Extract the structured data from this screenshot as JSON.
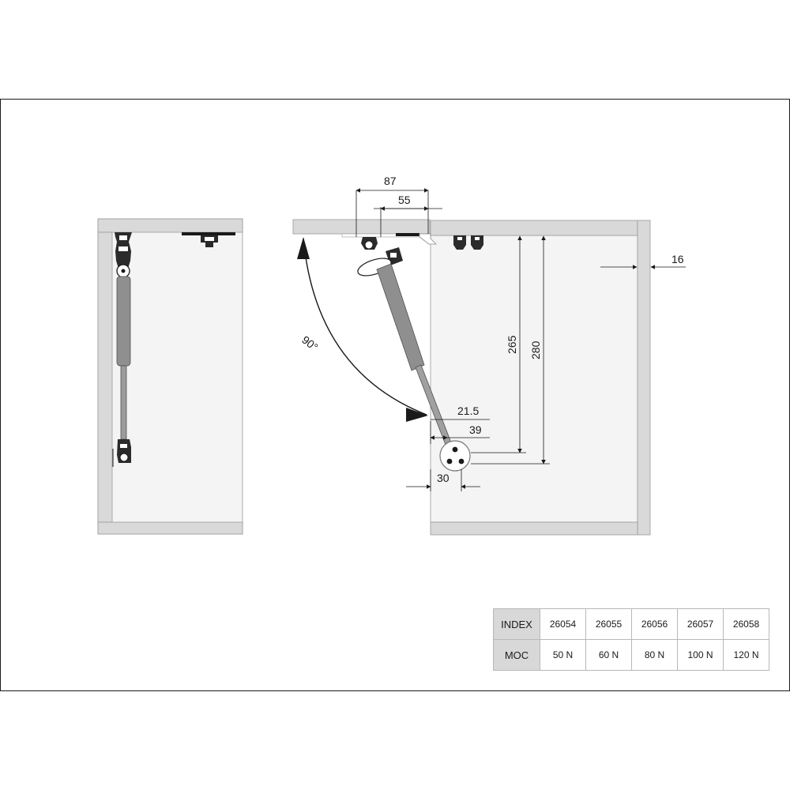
{
  "dimensions": {
    "width_total": "87",
    "width_inner": "55",
    "thickness": "16",
    "height_a": "265",
    "height_b": "280",
    "offset_a": "21.5",
    "offset_b": "39",
    "mount_diameter": "30",
    "angle": "90°"
  },
  "colors": {
    "panel": "#d9d9d9",
    "interior": "#f4f4f4",
    "strut": "#8f8f8f",
    "line": "#1a1a1a"
  },
  "table": {
    "index_label": "INDEX",
    "force_label": "MOC",
    "columns": [
      {
        "index": "26054",
        "force": "50 N"
      },
      {
        "index": "26055",
        "force": "60 N"
      },
      {
        "index": "26056",
        "force": "80 N"
      },
      {
        "index": "26057",
        "force": "100 N"
      },
      {
        "index": "26058",
        "force": "120 N"
      }
    ]
  }
}
